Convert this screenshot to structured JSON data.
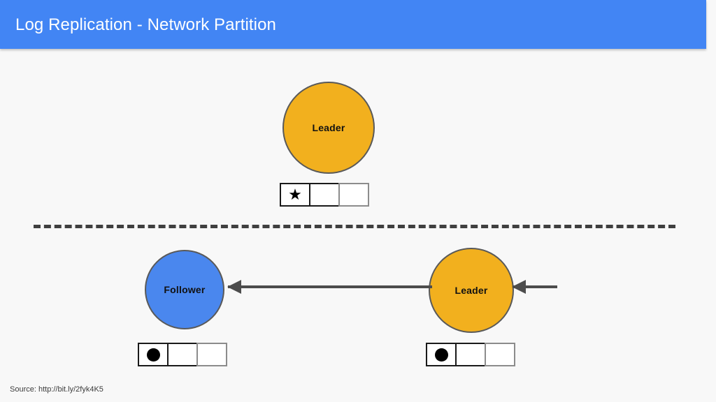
{
  "slide": {
    "background_color": "#f8f8f8",
    "header": {
      "title": "Log Replication - Network Partition",
      "background_color": "#4285f4",
      "text_color": "#ffffff"
    },
    "footer": {
      "source_text": "Source: http://bit.ly/2fyk4K5"
    }
  },
  "colors": {
    "leader_fill": "#f2b01e",
    "follower_fill": "#4a87ee",
    "node_stroke": "#595959",
    "arrow": "#4d4d4d",
    "partition_line": "#404040",
    "log_cell_border": "#1a1a1a",
    "log_cell_border_faded": "#8c8c8c",
    "entry_mark": "#000000"
  },
  "partition": {
    "label": "network-partition-divider",
    "style": "dashed"
  },
  "nodes": [
    {
      "id": "leader-top",
      "label": "Leader",
      "role": "leader",
      "partition_side": "top",
      "log": {
        "cells": [
          {
            "mark": "star",
            "glyph": "★",
            "filled": true,
            "faded_border": false
          },
          {
            "mark": "none",
            "glyph": "",
            "filled": false,
            "faded_border": false
          },
          {
            "mark": "none",
            "glyph": "",
            "filled": false,
            "faded_border": true
          }
        ]
      }
    },
    {
      "id": "follower-bottom",
      "label": "Follower",
      "role": "follower",
      "partition_side": "bottom",
      "log": {
        "cells": [
          {
            "mark": "dot",
            "glyph": "",
            "filled": true,
            "faded_border": false
          },
          {
            "mark": "none",
            "glyph": "",
            "filled": false,
            "faded_border": false
          },
          {
            "mark": "none",
            "glyph": "",
            "filled": false,
            "faded_border": true
          }
        ]
      }
    },
    {
      "id": "leader-bottom",
      "label": "Leader",
      "role": "leader",
      "partition_side": "bottom",
      "log": {
        "cells": [
          {
            "mark": "dot",
            "glyph": "",
            "filled": true,
            "faded_border": false
          },
          {
            "mark": "none",
            "glyph": "",
            "filled": false,
            "faded_border": false
          },
          {
            "mark": "none",
            "glyph": "",
            "filled": false,
            "faded_border": true
          }
        ]
      }
    }
  ],
  "arrows": [
    {
      "id": "leader-to-follower",
      "from": "leader-bottom",
      "to": "follower-bottom",
      "direction": "left",
      "label": ""
    },
    {
      "id": "client-to-leader",
      "from": "client",
      "to": "leader-bottom",
      "direction": "left",
      "label": ""
    }
  ]
}
